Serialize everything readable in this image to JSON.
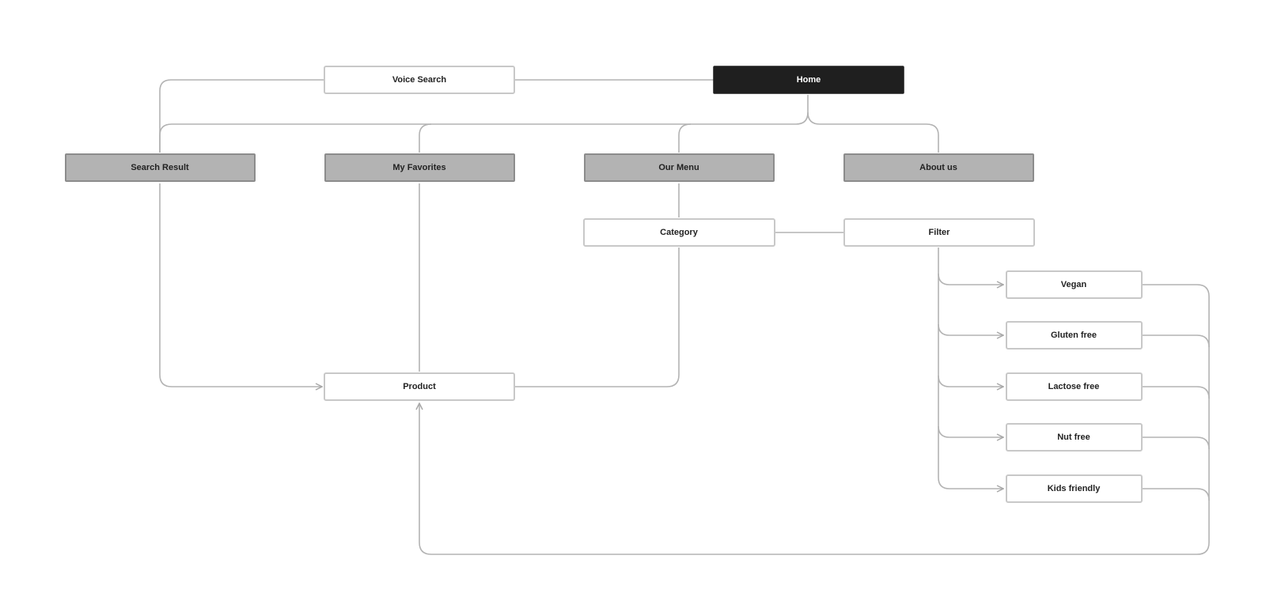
{
  "diagram": {
    "colors": {
      "connector": "#b3b3b3",
      "home_fill": "#1f1f1f",
      "home_text": "#ffffff",
      "section_fill": "#b3b3b3",
      "section_stroke": "#8c8c8c",
      "page_fill": "#ffffff",
      "page_stroke": "#c8c8c8",
      "text": "#222222"
    },
    "nodes": {
      "home": "Home",
      "voice_search": "Voice Search",
      "search_result": "Search Result",
      "my_favorites": "My Favorites",
      "our_menu": "Our Menu",
      "about_us": "About us",
      "category": "Category",
      "filter": "Filter",
      "product": "Product",
      "vegan": "Vegan",
      "gluten_free": "Gluten free",
      "lactose_free": "Lactose free",
      "nut_free": "Nut free",
      "kids_friendly": "Kids friendly"
    },
    "edges": [
      {
        "from": "home",
        "to": "voice_search"
      },
      {
        "from": "voice_search",
        "to": "search_result"
      },
      {
        "from": "home",
        "to": "search_result"
      },
      {
        "from": "home",
        "to": "my_favorites"
      },
      {
        "from": "home",
        "to": "our_menu"
      },
      {
        "from": "home",
        "to": "about_us"
      },
      {
        "from": "our_menu",
        "to": "category"
      },
      {
        "from": "category",
        "to": "filter"
      },
      {
        "from": "search_result",
        "to": "product",
        "arrow": true
      },
      {
        "from": "my_favorites",
        "to": "product"
      },
      {
        "from": "category",
        "to": "product"
      },
      {
        "from": "filter",
        "to": "vegan",
        "arrow": true
      },
      {
        "from": "filter",
        "to": "gluten_free",
        "arrow": true
      },
      {
        "from": "filter",
        "to": "lactose_free",
        "arrow": true
      },
      {
        "from": "filter",
        "to": "nut_free",
        "arrow": true
      },
      {
        "from": "filter",
        "to": "kids_friendly",
        "arrow": true
      },
      {
        "from": "vegan",
        "to": "product",
        "arrow": true
      },
      {
        "from": "gluten_free",
        "to": "product",
        "arrow": true
      },
      {
        "from": "lactose_free",
        "to": "product",
        "arrow": true
      },
      {
        "from": "nut_free",
        "to": "product",
        "arrow": true
      },
      {
        "from": "kids_friendly",
        "to": "product",
        "arrow": true
      }
    ]
  }
}
